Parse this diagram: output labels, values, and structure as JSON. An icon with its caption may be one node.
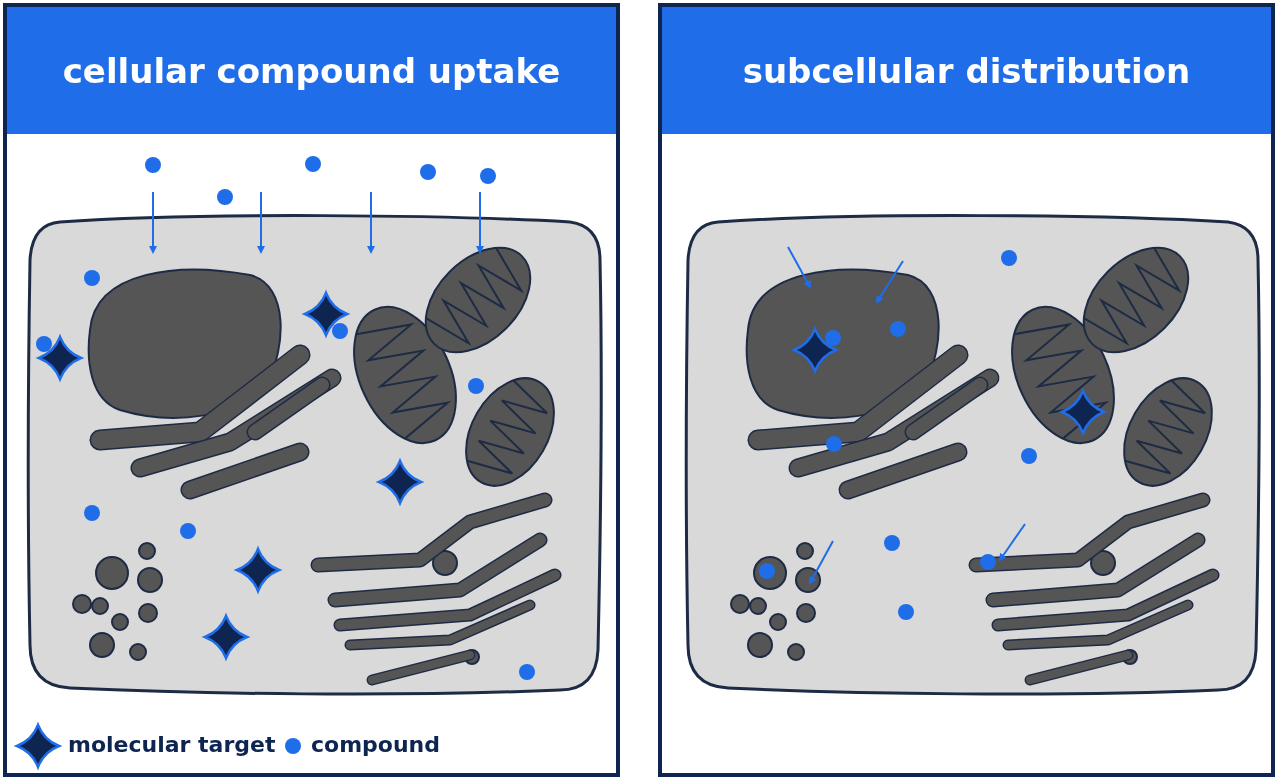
{
  "diagram": {
    "nodes": [
      {
        "text": [
          "cellular compound uptake"
        ]
      },
      {
        "text": [
          "subcellular distribution"
        ]
      }
    ],
    "legend": [
      {
        "text": "molecular target"
      },
      {
        "text": "compound"
      }
    ]
  }
}
